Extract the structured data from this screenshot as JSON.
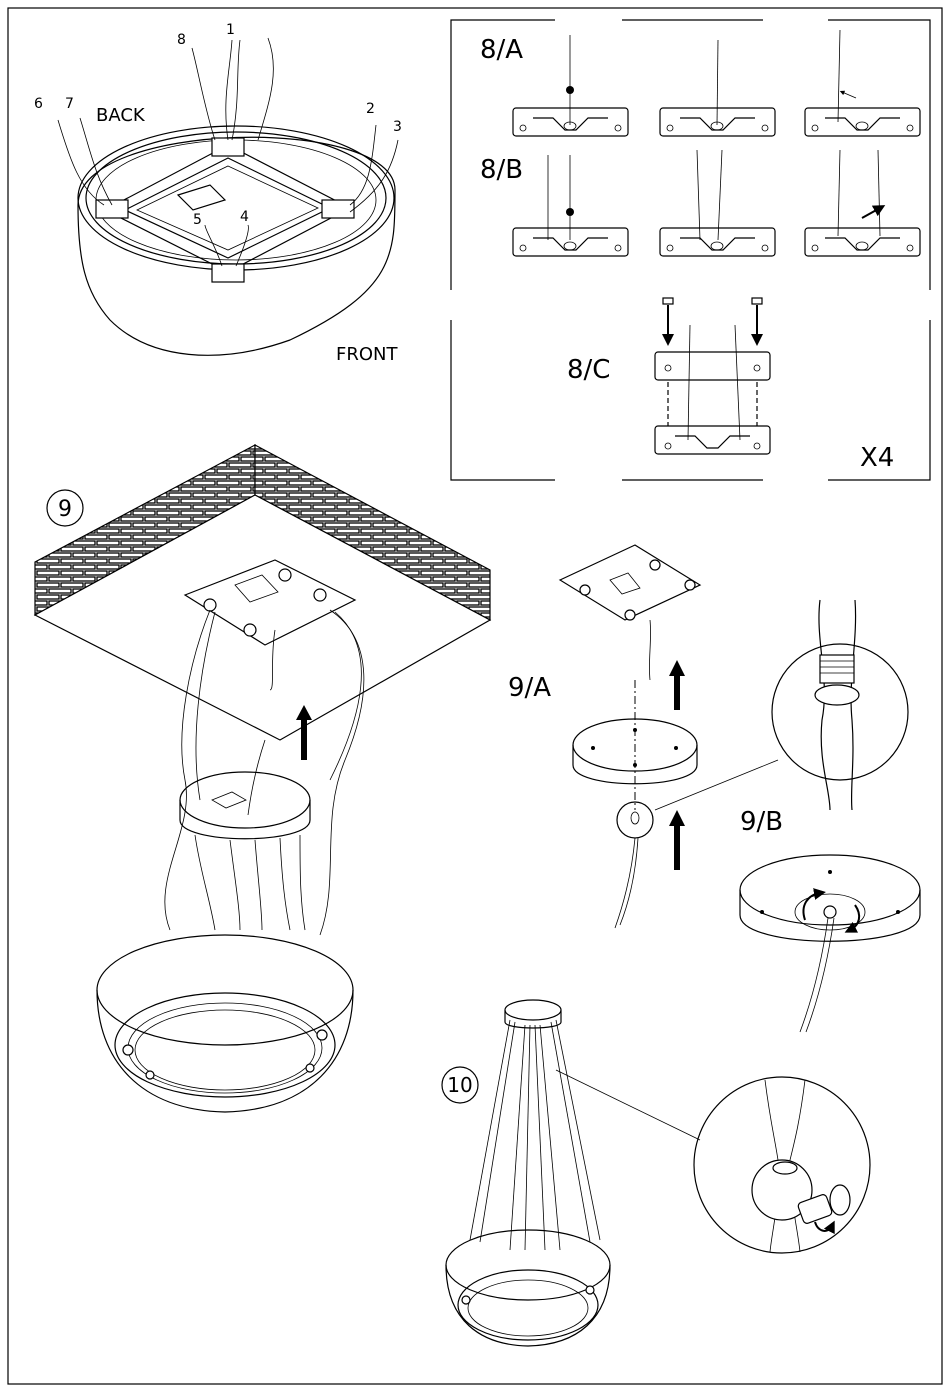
{
  "labels": {
    "back": "BACK",
    "front": "FRONT",
    "n1": "1",
    "n2": "2",
    "n3": "3",
    "n4": "4",
    "n5": "5",
    "n6": "6",
    "n7": "7",
    "n8": "8",
    "step_8a": "8/A",
    "step_8b": "8/B",
    "step_8c": "8/C",
    "x4": "X4",
    "step_9": "9",
    "step_9a": "9/A",
    "step_9b": "9/B",
    "step_10": "10"
  }
}
